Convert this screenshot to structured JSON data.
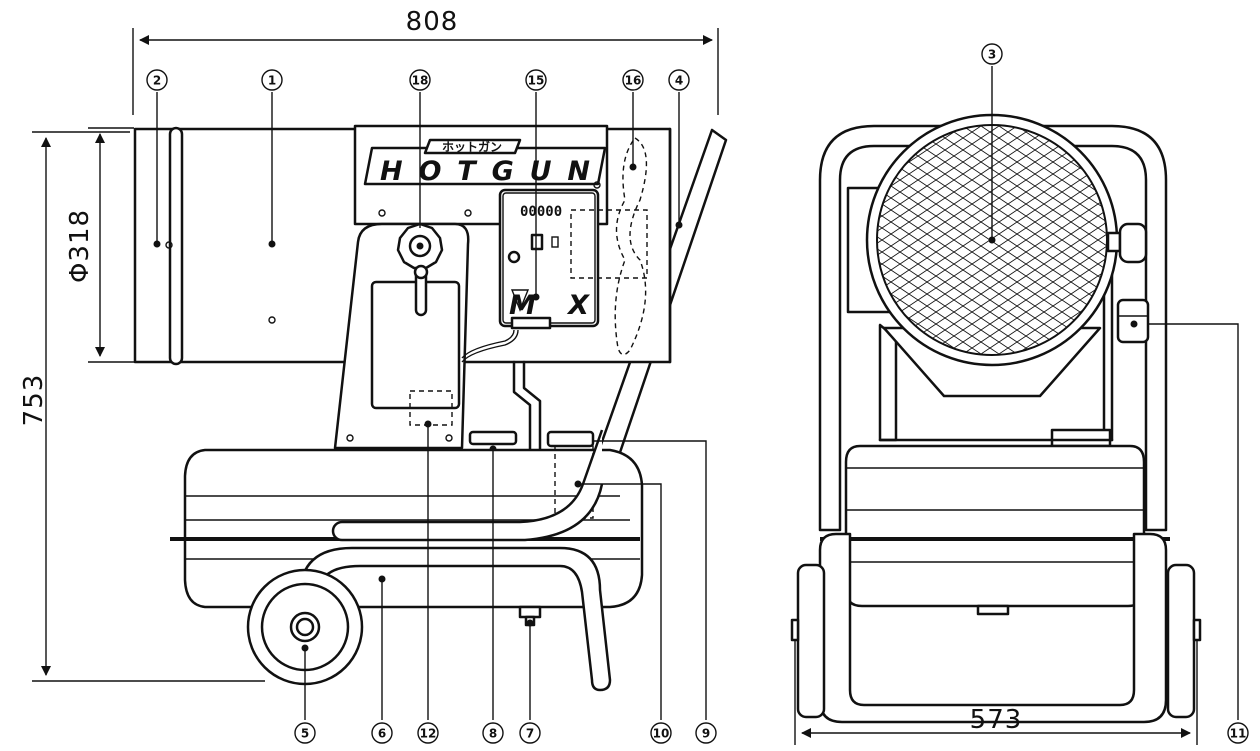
{
  "dimensions": {
    "overall_length": "808",
    "duct_diameter": "Φ318",
    "height": "753",
    "width": "573"
  },
  "brand": {
    "katakana": "ホットガン",
    "logo": "HOTGUN",
    "model": "MX"
  },
  "panel": {
    "counter": "00000"
  },
  "callouts": {
    "c1": "1",
    "c2": "2",
    "c3": "3",
    "c4": "4",
    "c5": "5",
    "c6": "6",
    "c7": "7",
    "c8": "8",
    "c9": "9",
    "c10": "10",
    "c11": "11",
    "c12": "12",
    "c15": "15",
    "c16": "16",
    "c18": "18"
  }
}
